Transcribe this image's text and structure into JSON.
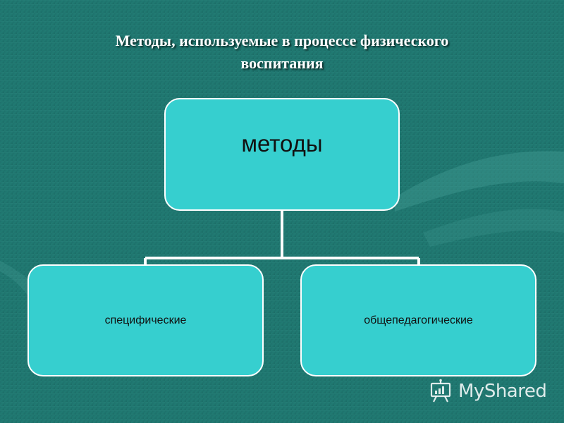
{
  "slide": {
    "title_line1": "Методы, используемые в процессе физического",
    "title_line2": "воспитания"
  },
  "diagram": {
    "root": {
      "label": "методы"
    },
    "children": [
      {
        "label": "специфические"
      },
      {
        "label": "общепедагогические"
      }
    ]
  },
  "watermark": {
    "text": "MyShared",
    "icon": "presentation-board-icon"
  },
  "colors": {
    "background": "#1f7770",
    "node_fill": "#36cfcf",
    "node_border": "#ffffff",
    "connector": "#ffffff",
    "title_text": "#ffffff",
    "node_text": "#111111"
  }
}
